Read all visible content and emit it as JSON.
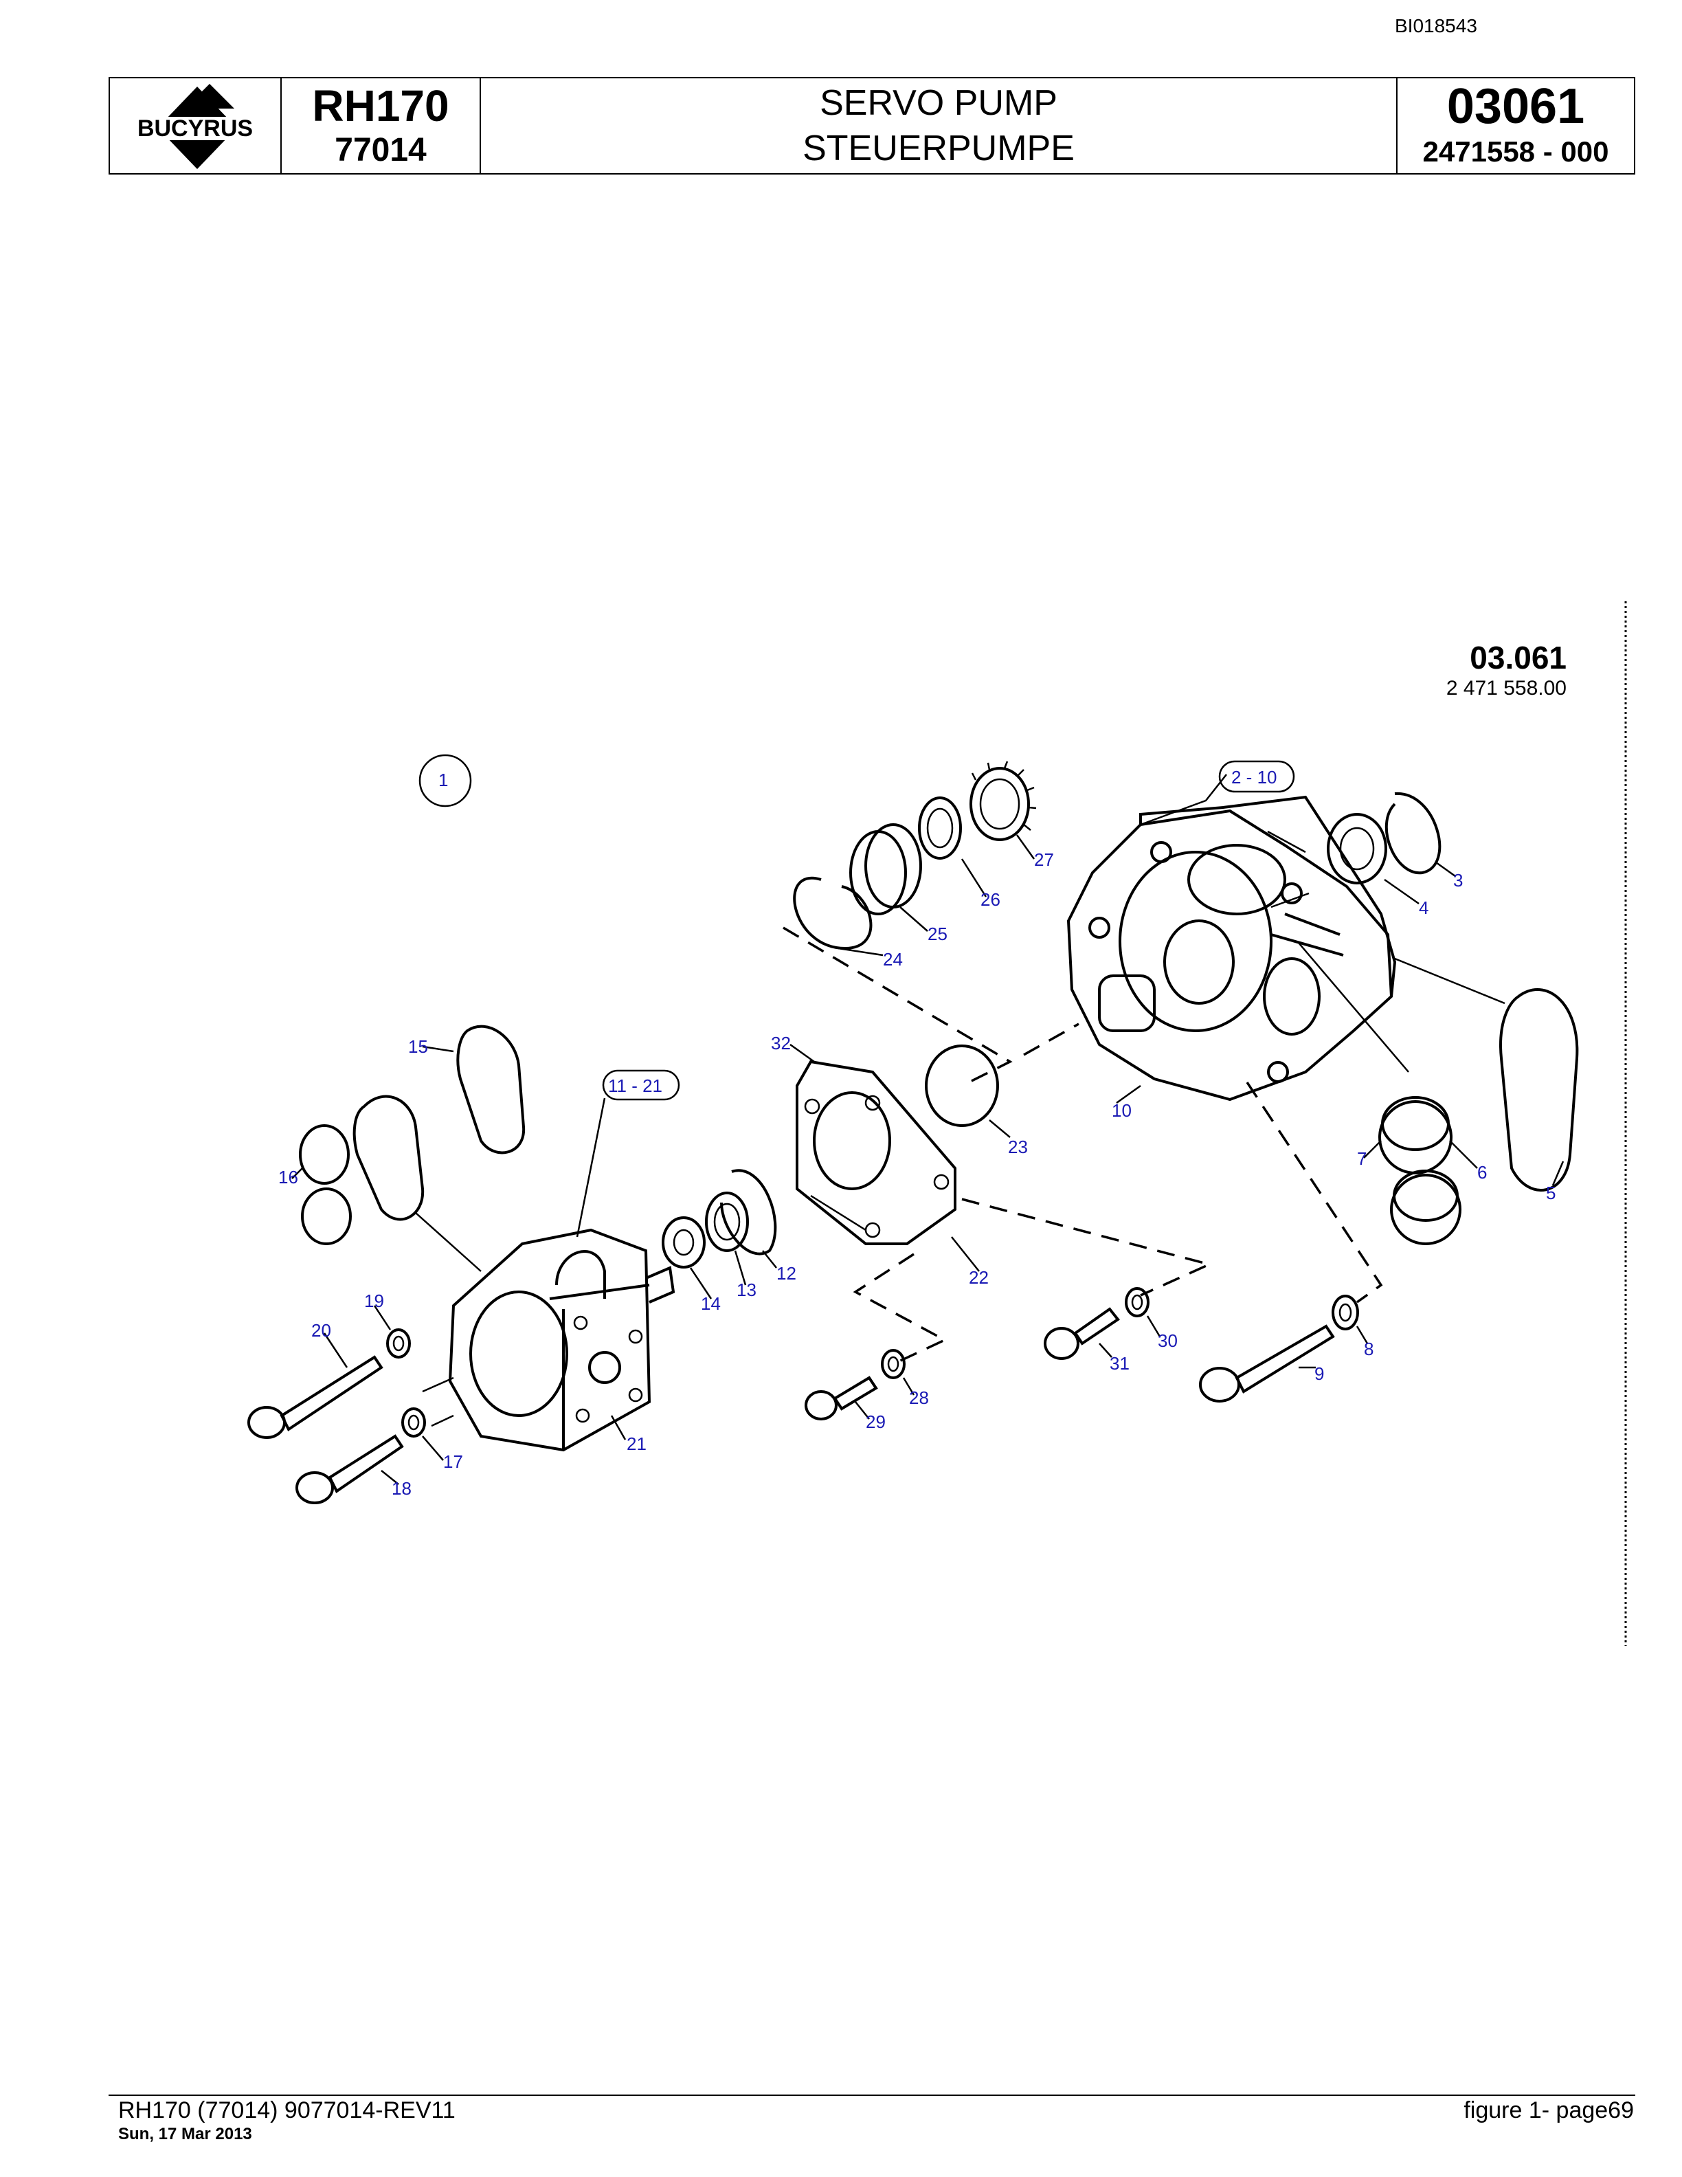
{
  "doc_id": "BI018543",
  "header": {
    "logo": "BUCYRUS",
    "logo_icon": "bucyrus-mountain-logo",
    "model": "RH170",
    "model_number": "77014",
    "title_en": "SERVO PUMP",
    "title_de": "STEUERPUMPE",
    "section": "03061",
    "part_number": "2471558  - 000"
  },
  "figure": {
    "code": "03.061",
    "part": "2 471 558.00",
    "callouts": [
      "1",
      "2 - 10",
      "3",
      "4",
      "5",
      "6",
      "7",
      "8",
      "9",
      "10",
      "11 - 21",
      "12",
      "13",
      "14",
      "15",
      "16",
      "17",
      "18",
      "19",
      "20",
      "21",
      "22",
      "23",
      "24",
      "25",
      "26",
      "27",
      "28",
      "29",
      "30",
      "31",
      "32"
    ]
  },
  "footer": {
    "left": "RH170 (77014) 9077014-REV11",
    "date": "Sun, 17 Mar 2013",
    "right": "figure  1- page69"
  }
}
